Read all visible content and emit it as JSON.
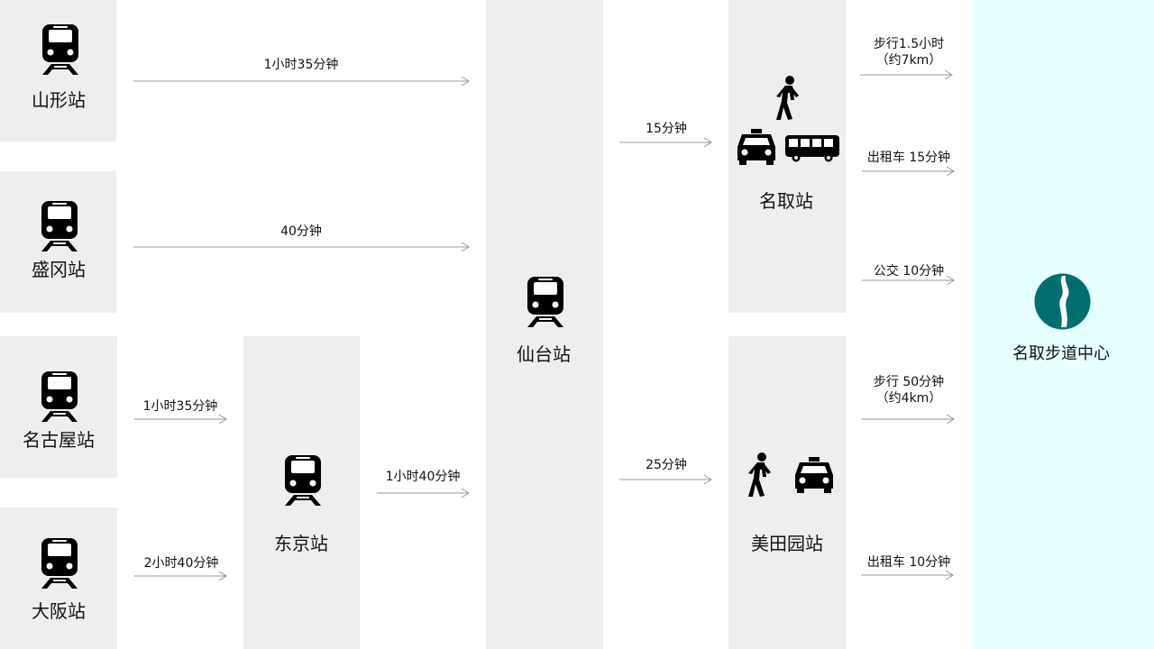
{
  "stations": {
    "yamagata": "山形站",
    "morioka": "盛冈站",
    "nagoya": "名古屋站",
    "osaka": "大阪站",
    "tokyo": "东京站",
    "sendai": "仙台站",
    "natori": "名取站",
    "mitazono": "美田园站"
  },
  "destination": "名取步道中心",
  "routes": {
    "yamagata_sendai": "1小时35分钟",
    "morioka_sendai": "40分钟",
    "nagoya_tokyo": "1小时35分钟",
    "osaka_tokyo": "2小时40分钟",
    "tokyo_sendai": "1小时40分钟",
    "sendai_natori": "15分钟",
    "sendai_mitazono": "25分钟",
    "natori_walk_1": "步行1.5小时",
    "natori_walk_2": "（约7km）",
    "natori_taxi": "出租车 15分钟",
    "natori_bus": "公交 10分钟",
    "mitazono_walk_1": "步行 50分钟",
    "mitazono_walk_2": "（约4km）",
    "mitazono_taxi": "出租车 10分钟"
  },
  "colors": {
    "panel": "#eeeeee",
    "destination_panel": "#e6ffff",
    "destination_logo": "#006e70",
    "arrow": "#999999"
  },
  "icons": {
    "train": "train-icon",
    "walk": "walking-person-icon",
    "taxi": "taxi-icon",
    "bus": "bus-icon",
    "destination": "natori-trail-logo-icon"
  }
}
